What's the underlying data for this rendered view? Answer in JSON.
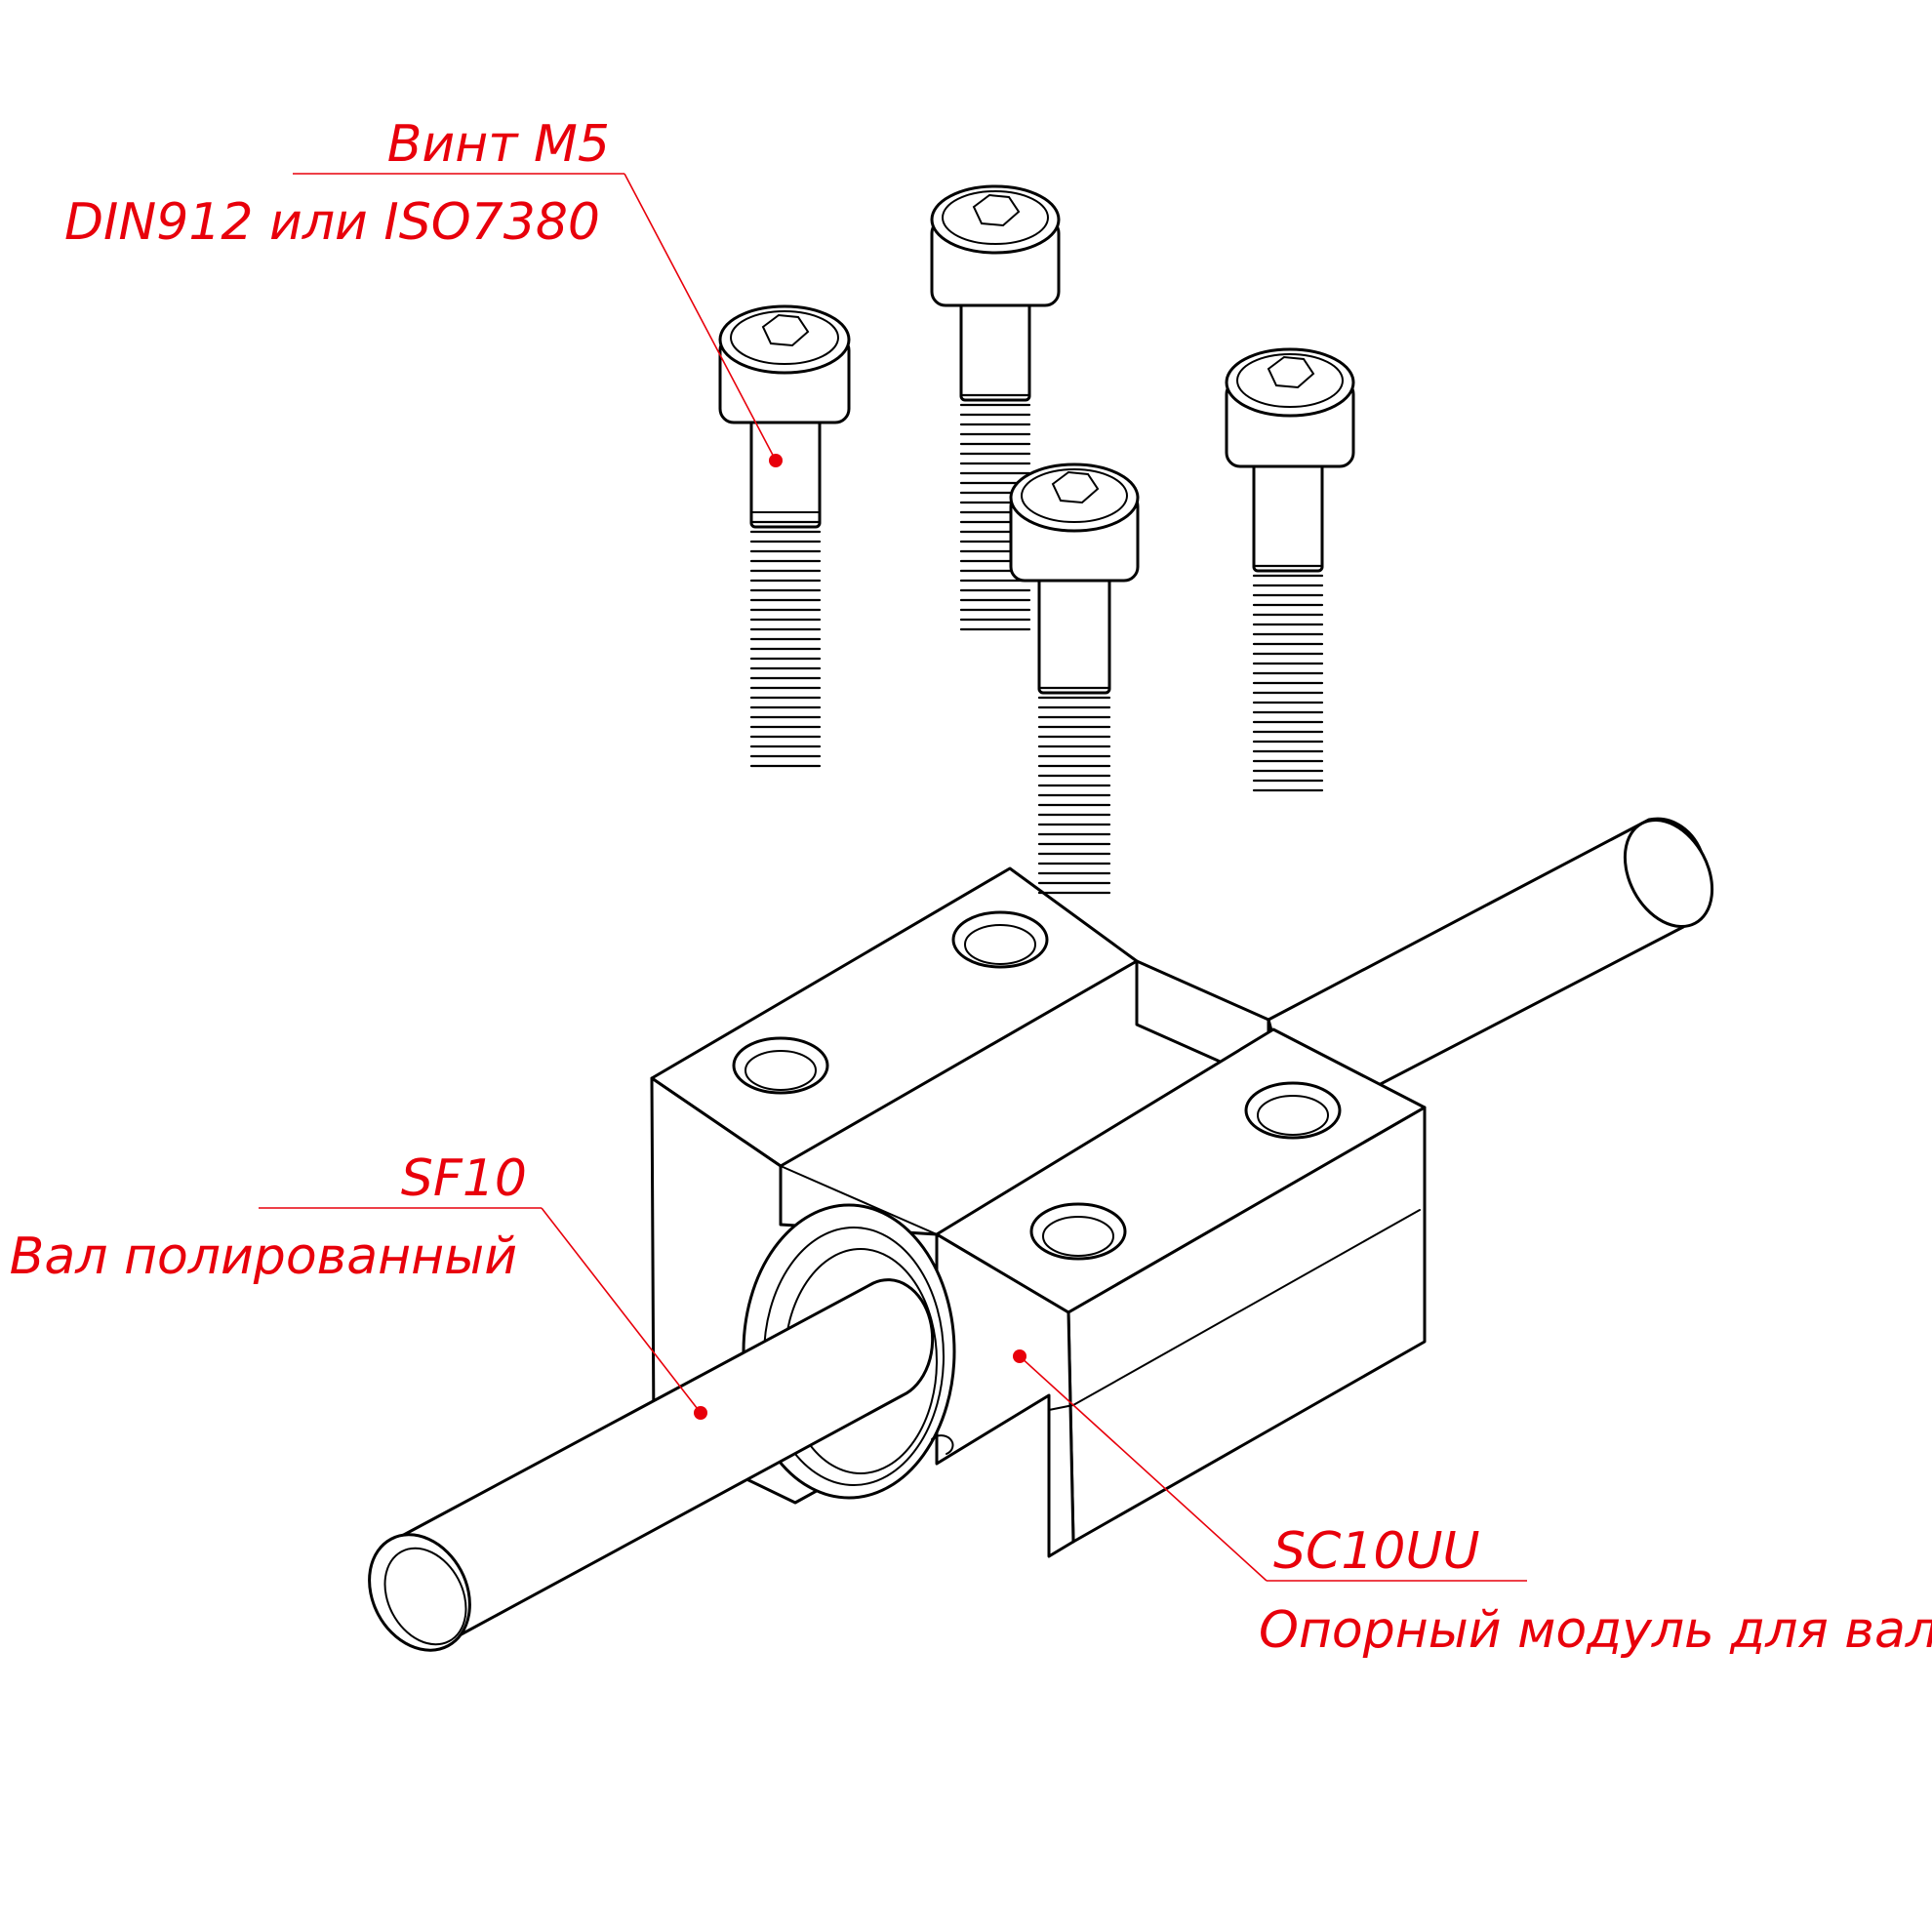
{
  "colors": {
    "annotation": "#e8000b",
    "outline": "#000000",
    "background": "#ffffff"
  },
  "callouts": {
    "screw": {
      "line1": "Винт М5",
      "line2": "DIN912 или ISO7380"
    },
    "shaft": {
      "line1": "SF10",
      "line2": "Вал полированный"
    },
    "module": {
      "line1": "SC10UU",
      "line2": "Опорный модуль для вала"
    }
  }
}
